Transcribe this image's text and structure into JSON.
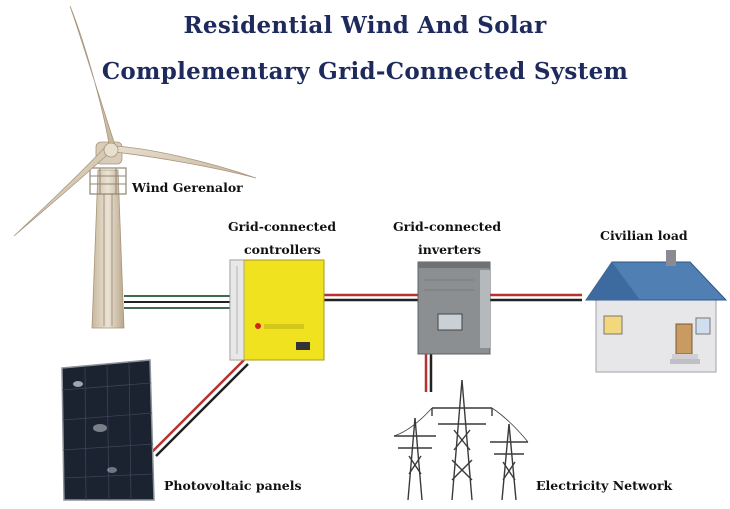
{
  "title": {
    "line1": "Residential Wind And Solar",
    "line2": "Complementary Grid-Connected System"
  },
  "labels": {
    "wind": "Wind Gerenalor",
    "controllers_1": "Grid-connected",
    "controllers_2": "controllers",
    "inverters_1": "Grid-connected",
    "inverters_2": "inverters",
    "load": "Civilian load",
    "pv": "Photovoltaic panels",
    "grid": "Electricity Network"
  },
  "colors": {
    "title": "#1f2a5c",
    "wire_red": "#b8312f",
    "wire_black": "#222222",
    "wire_green": "#3f6a4f",
    "controller_yellow": "#f1e21f",
    "inverter_gray": "#8c8f92",
    "roof_blue": "#4f7fb3"
  }
}
